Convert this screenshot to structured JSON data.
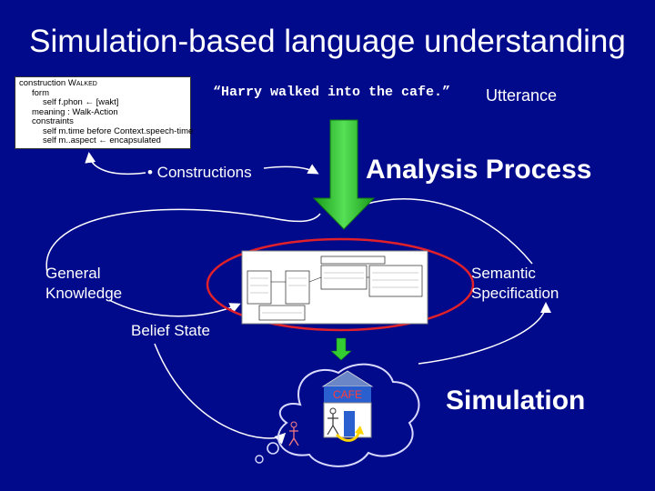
{
  "title": "Simulation-based language understanding",
  "construction_box": {
    "line1_prefix": "construction",
    "line1_name": "Walked",
    "line2": "form",
    "line3": "self f.phon ← [wakt]",
    "line4": "meaning : Walk-Action",
    "line5": "constraints",
    "line6": "self m.time before Context.speech-time",
    "line7": "self m..aspect ← encapsulated"
  },
  "utterance_text": "“Harry walked into the cafe.”",
  "utterance_label": "Utterance",
  "constructions_label": "• Constructions",
  "analysis_label": "Analysis Process",
  "general_knowledge": {
    "line1": "General",
    "line2": "Knowledge"
  },
  "semantic_spec": {
    "line1": "Semantic",
    "line2": "Specification"
  },
  "belief_state": "Belief State",
  "simulation_label": "Simulation",
  "cafe_label": "CAFE",
  "colors": {
    "background": "#000a8a",
    "arrow_green": "#33cc33",
    "ellipse_red": "#e0202a",
    "text": "#ffffff"
  }
}
